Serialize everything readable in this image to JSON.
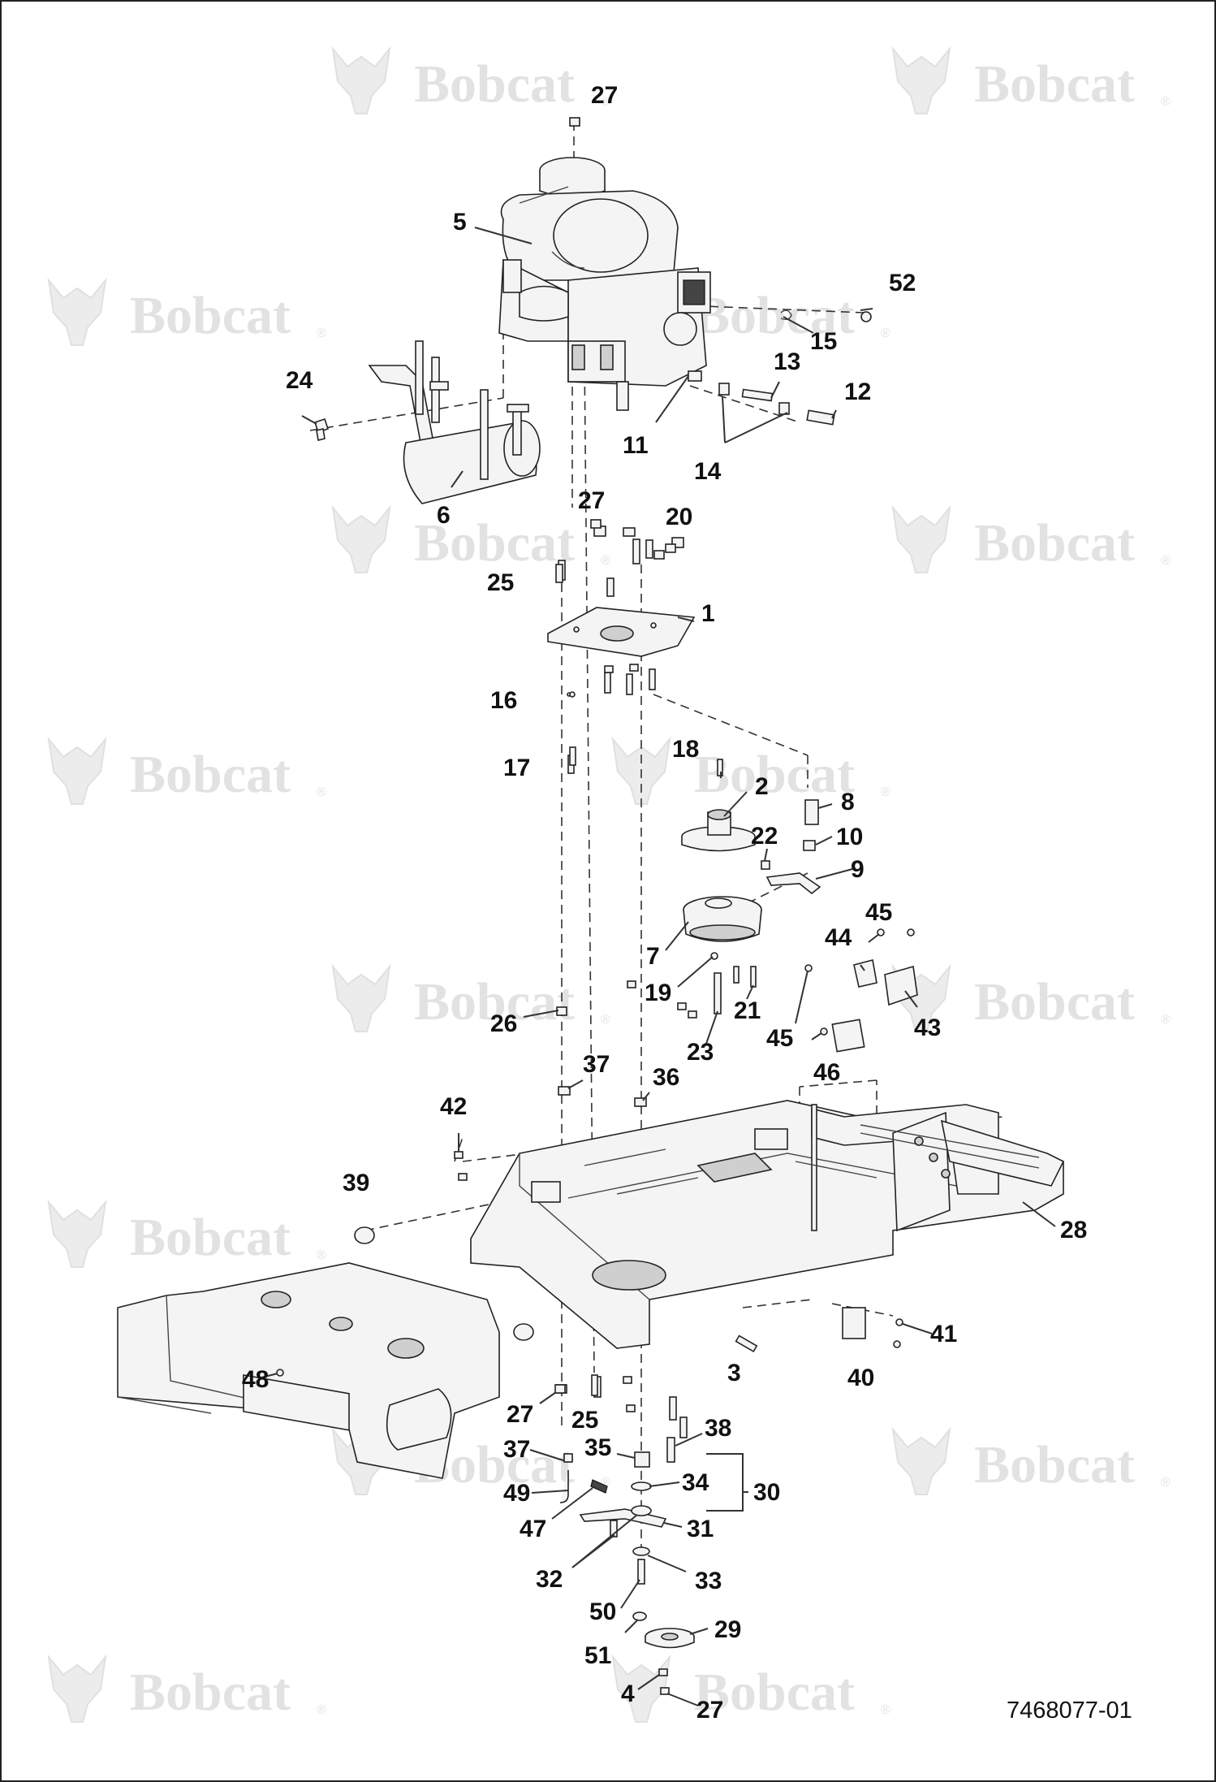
{
  "watermark": {
    "brand": "Bobcat",
    "mark": "®"
  },
  "document_number": "7468077-01",
  "callouts": [
    {
      "id": "c27a",
      "label": "27"
    },
    {
      "id": "c5",
      "label": "5"
    },
    {
      "id": "c52",
      "label": "52"
    },
    {
      "id": "c15",
      "label": "15"
    },
    {
      "id": "c13",
      "label": "13"
    },
    {
      "id": "c12",
      "label": "12"
    },
    {
      "id": "c24",
      "label": "24"
    },
    {
      "id": "c11",
      "label": "11"
    },
    {
      "id": "c14",
      "label": "14"
    },
    {
      "id": "c6",
      "label": "6"
    },
    {
      "id": "c27b",
      "label": "27"
    },
    {
      "id": "c20",
      "label": "20"
    },
    {
      "id": "c25a",
      "label": "25"
    },
    {
      "id": "c1",
      "label": "1"
    },
    {
      "id": "c16",
      "label": "16"
    },
    {
      "id": "c17",
      "label": "17"
    },
    {
      "id": "c18",
      "label": "18"
    },
    {
      "id": "c2",
      "label": "2"
    },
    {
      "id": "c8",
      "label": "8"
    },
    {
      "id": "c22",
      "label": "22"
    },
    {
      "id": "c10",
      "label": "10"
    },
    {
      "id": "c9",
      "label": "9"
    },
    {
      "id": "c45a",
      "label": "45"
    },
    {
      "id": "c44",
      "label": "44"
    },
    {
      "id": "c7",
      "label": "7"
    },
    {
      "id": "c19",
      "label": "19"
    },
    {
      "id": "c21",
      "label": "21"
    },
    {
      "id": "c43",
      "label": "43"
    },
    {
      "id": "c26",
      "label": "26"
    },
    {
      "id": "c45b",
      "label": "45"
    },
    {
      "id": "c23",
      "label": "23"
    },
    {
      "id": "c46",
      "label": "46"
    },
    {
      "id": "c37a",
      "label": "37"
    },
    {
      "id": "c36",
      "label": "36"
    },
    {
      "id": "c42",
      "label": "42"
    },
    {
      "id": "c39",
      "label": "39"
    },
    {
      "id": "c28",
      "label": "28"
    },
    {
      "id": "c41",
      "label": "41"
    },
    {
      "id": "c3",
      "label": "3"
    },
    {
      "id": "c40",
      "label": "40"
    },
    {
      "id": "c48",
      "label": "48"
    },
    {
      "id": "c27c",
      "label": "27"
    },
    {
      "id": "c25b",
      "label": "25"
    },
    {
      "id": "c38",
      "label": "38"
    },
    {
      "id": "c37b",
      "label": "37"
    },
    {
      "id": "c35",
      "label": "35"
    },
    {
      "id": "c34",
      "label": "34"
    },
    {
      "id": "c30",
      "label": "30"
    },
    {
      "id": "c49",
      "label": "49"
    },
    {
      "id": "c47",
      "label": "47"
    },
    {
      "id": "c31",
      "label": "31"
    },
    {
      "id": "c32",
      "label": "32"
    },
    {
      "id": "c33",
      "label": "33"
    },
    {
      "id": "c50",
      "label": "50"
    },
    {
      "id": "c29",
      "label": "29"
    },
    {
      "id": "c51",
      "label": "51"
    },
    {
      "id": "c4",
      "label": "4"
    },
    {
      "id": "c27d",
      "label": "27"
    }
  ]
}
